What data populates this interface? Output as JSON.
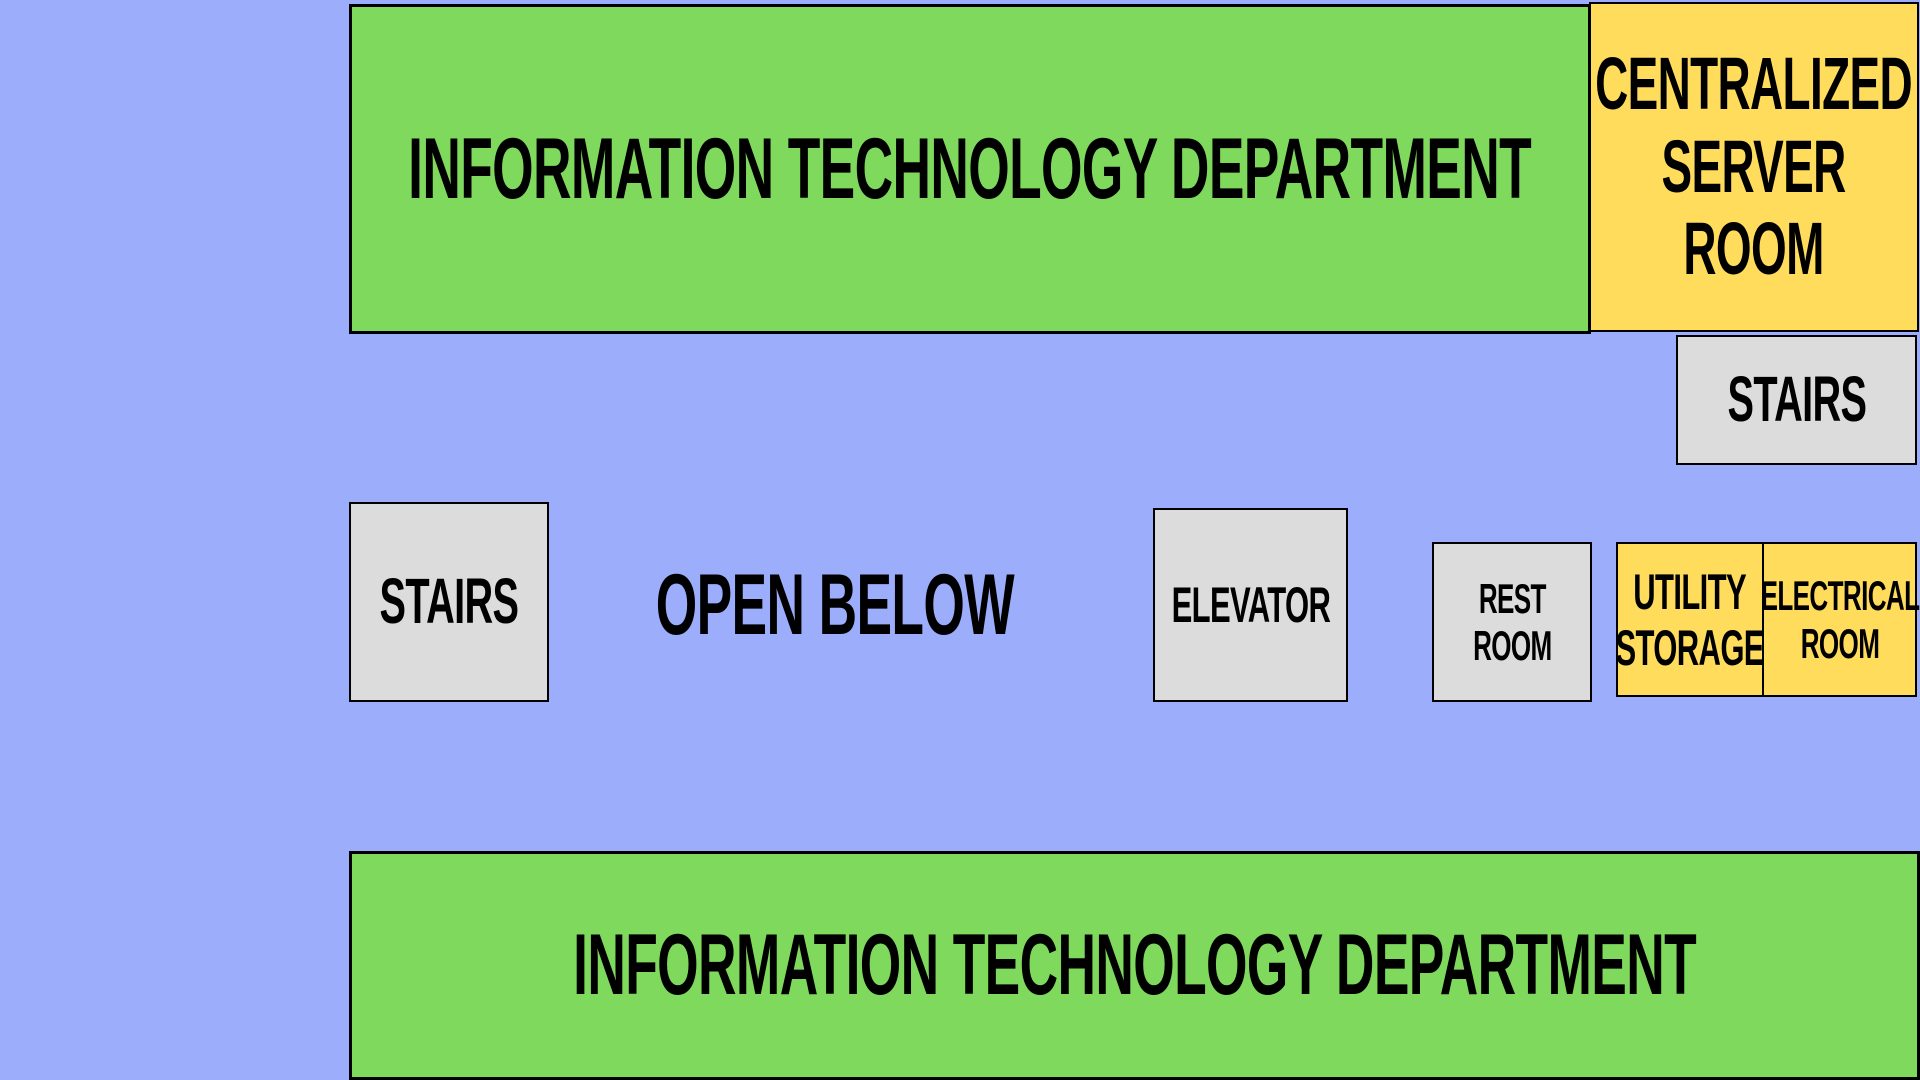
{
  "floor_plan": {
    "it_department_top": {
      "label": "INFORMATION TECHNOLOGY DEPARTMENT"
    },
    "server_room": {
      "line1": "CENTRALIZED",
      "line2": "SERVER",
      "line3": "ROOM"
    },
    "stairs_right": {
      "label": "STAIRS"
    },
    "stairs_left": {
      "label": "STAIRS"
    },
    "open_below": {
      "label": "OPEN BELOW"
    },
    "elevator": {
      "label": "ELEVATOR"
    },
    "rest_room": {
      "line1": "REST",
      "line2": "ROOM"
    },
    "utility_storage": {
      "line1": "UTILITY",
      "line2": "STORAGE"
    },
    "electrical_room": {
      "line1": "ELECTRICAL",
      "line2": "ROOM"
    },
    "it_department_bottom": {
      "label": "INFORMATION TECHNOLOGY DEPARTMENT"
    }
  },
  "colors": {
    "background": "#9caefb",
    "department": "#7ed95c",
    "service_room": "#ffdc5c",
    "circulation": "#dcdcdc"
  }
}
